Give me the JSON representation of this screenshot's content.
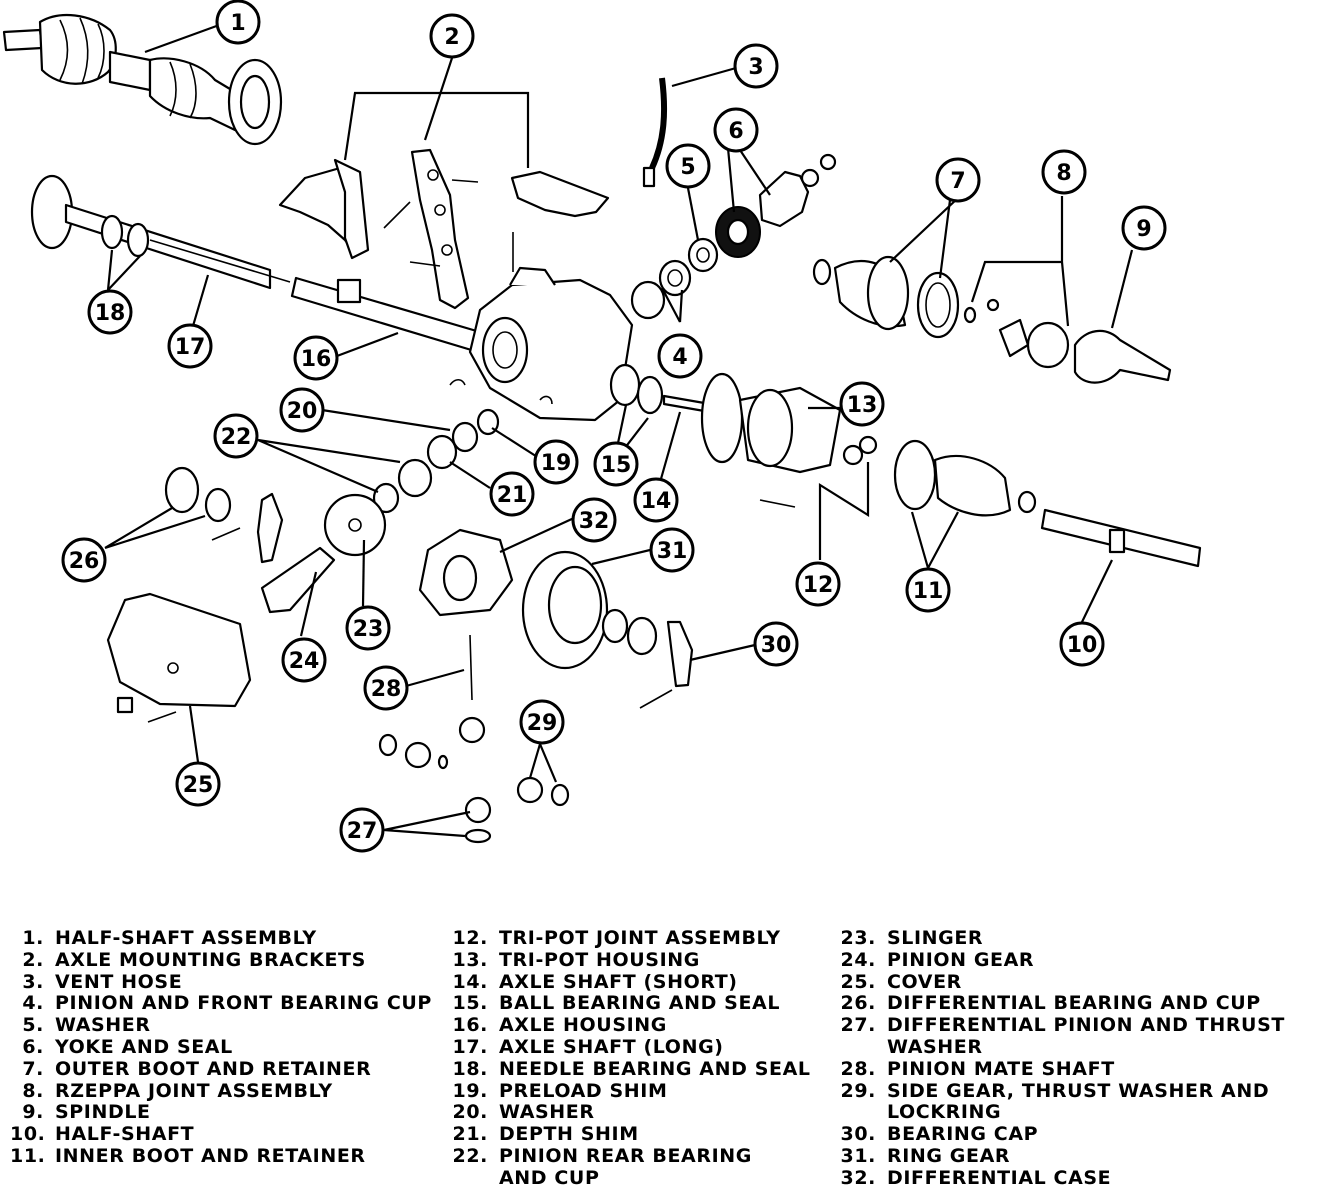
{
  "callouts": [
    "1",
    "2",
    "3",
    "4",
    "5",
    "6",
    "7",
    "8",
    "9",
    "10",
    "11",
    "12",
    "13",
    "14",
    "15",
    "16",
    "17",
    "18",
    "19",
    "20",
    "21",
    "22",
    "23",
    "24",
    "25",
    "26",
    "27",
    "28",
    "29",
    "30",
    "31",
    "32"
  ],
  "legend": {
    "col1": [
      {
        "num": "1.",
        "label": "HALF-SHAFT ASSEMBLY"
      },
      {
        "num": "2.",
        "label": "AXLE MOUNTING BRACKETS"
      },
      {
        "num": "3.",
        "label": "VENT HOSE"
      },
      {
        "num": "4.",
        "label": "PINION AND FRONT BEARING CUP"
      },
      {
        "num": "5.",
        "label": "WASHER"
      },
      {
        "num": "6.",
        "label": "YOKE AND SEAL"
      },
      {
        "num": "7.",
        "label": "OUTER BOOT AND RETAINER"
      },
      {
        "num": "8.",
        "label": "RZEPPA JOINT ASSEMBLY"
      },
      {
        "num": "9.",
        "label": "SPINDLE"
      },
      {
        "num": "10.",
        "label": "HALF-SHAFT"
      },
      {
        "num": "11.",
        "label": "INNER BOOT AND RETAINER"
      }
    ],
    "col2": [
      {
        "num": "12.",
        "label": "TRI-POT JOINT ASSEMBLY"
      },
      {
        "num": "13.",
        "label": "TRI-POT HOUSING"
      },
      {
        "num": "14.",
        "label": "AXLE SHAFT (SHORT)"
      },
      {
        "num": "15.",
        "label": "BALL BEARING AND SEAL"
      },
      {
        "num": "16.",
        "label": "AXLE HOUSING"
      },
      {
        "num": "17.",
        "label": "AXLE SHAFT (LONG)"
      },
      {
        "num": "18.",
        "label": "NEEDLE BEARING AND SEAL"
      },
      {
        "num": "19.",
        "label": "PRELOAD SHIM"
      },
      {
        "num": "20.",
        "label": "WASHER"
      },
      {
        "num": "21.",
        "label": "DEPTH SHIM"
      },
      {
        "num": "22.",
        "label": "PINION REAR BEARING\nAND CUP"
      }
    ],
    "col3": [
      {
        "num": "23.",
        "label": "SLINGER"
      },
      {
        "num": "24.",
        "label": "PINION GEAR"
      },
      {
        "num": "25.",
        "label": "COVER"
      },
      {
        "num": "26.",
        "label": "DIFFERENTIAL BEARING AND CUP"
      },
      {
        "num": "27.",
        "label": "DIFFERENTIAL PINION AND THRUST\nWASHER"
      },
      {
        "num": "28.",
        "label": "PINION MATE SHAFT"
      },
      {
        "num": "29.",
        "label": "SIDE GEAR, THRUST WASHER AND\nLOCKRING"
      },
      {
        "num": "30.",
        "label": "BEARING CAP"
      },
      {
        "num": "31.",
        "label": "RING GEAR"
      },
      {
        "num": "32.",
        "label": "DIFFERENTIAL CASE"
      }
    ]
  }
}
